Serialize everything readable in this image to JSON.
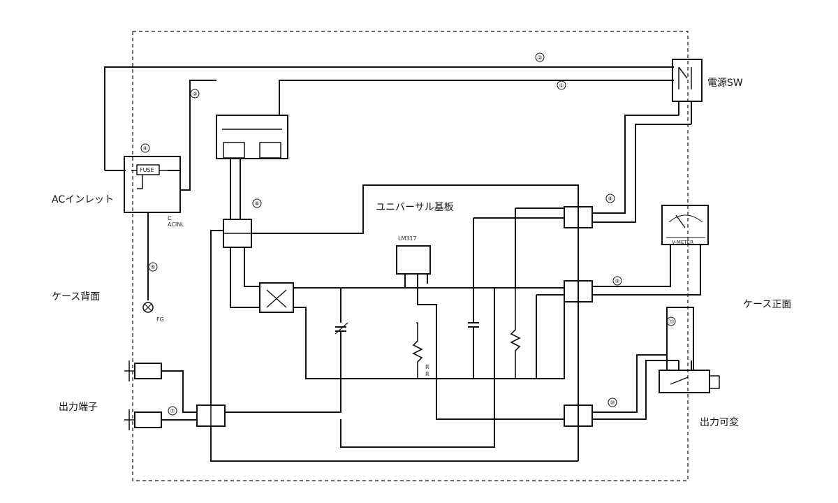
{
  "labels": {
    "ac_inlet": "ACインレット",
    "case_back": "ケース背面",
    "output_terminal": "出力端子",
    "universal_board": "ユニバーサル基板",
    "power_sw": "電源SW",
    "case_front": "ケース正面",
    "output_variable": "出力可変",
    "lm317": "LM317",
    "fg": "FG",
    "ac_inl": "C\nACINL",
    "fuse": "FUSE",
    "meter": "V-METER",
    "r1": "R",
    "r2": "R"
  },
  "wire_numbers": [
    "①",
    "②",
    "③",
    "④",
    "⑤",
    "⑥",
    "⑦",
    "⑧",
    "⑨",
    "⑩",
    "⑪"
  ]
}
